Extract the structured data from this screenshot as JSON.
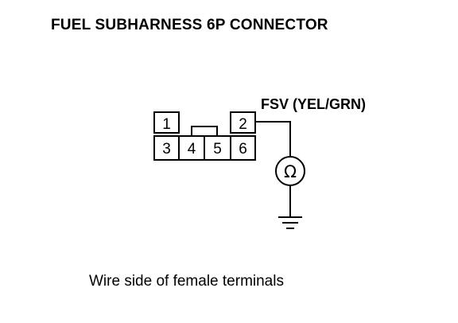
{
  "title": "FUEL SUBHARNESS 6P CONNECTOR",
  "caption": "Wire side of female terminals",
  "connector": {
    "terminals": [
      "1",
      "2",
      "3",
      "4",
      "5",
      "6"
    ]
  },
  "wire": {
    "label": "FSV (YEL/GRN)"
  },
  "meter": {
    "symbol": "Ω",
    "icon": "ohmmeter-icon"
  },
  "ground": {
    "icon": "ground-icon"
  }
}
